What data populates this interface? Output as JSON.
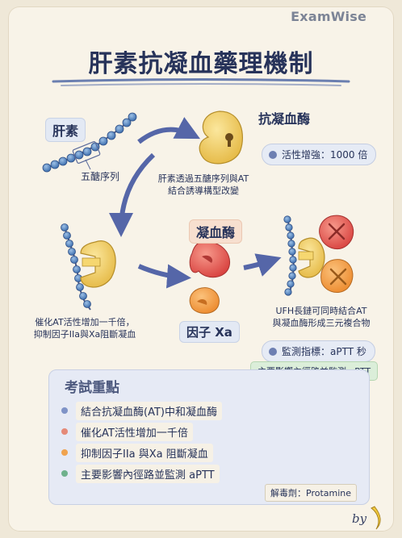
{
  "brand": "ExamWise",
  "title": "肝素抗凝血藥理機制",
  "labels": {
    "heparin": "肝素",
    "pentasaccharide": "五醣序列",
    "antithrombin": "抗凝血酶",
    "activity": "活性增強：1000 倍",
    "conformation_line1": "肝素透過五醣序列與AT",
    "conformation_line2": "結合誘導構型改變",
    "thrombin": "凝血酶",
    "factor_xa": "因子 Xa",
    "catalyze_line1": "催化AT活性增加一千倍，",
    "catalyze_line2": "抑制因子IIa與Xa阻斷凝血",
    "ufh_line1": "UFH長鏈可同時結合AT",
    "ufh_line2": "與凝血酶形成三元複合物",
    "monitor": "監測指標：aPTT 秒",
    "pathway": "主要影響內徑路並監測 aPTT"
  },
  "exam": {
    "title": "考試重點",
    "items": [
      {
        "text": "結合抗凝血酶(AT)中和凝血酶",
        "color": "#7f93c7"
      },
      {
        "text": "催化AT活性增加一千倍",
        "color": "#e58a78"
      },
      {
        "text": "抑制因子IIa 與Xa 阻斷凝血",
        "color": "#f0a34f"
      },
      {
        "text": "主要影響內徑路並監測 aPTT",
        "color": "#6fb18c"
      }
    ],
    "antidote": "解毒劑：Protamine"
  },
  "signature": "by",
  "colors": {
    "navy": "#27335a",
    "bead": "#4f7fb8",
    "at_yellow": "#f2cf6a",
    "thrombin_red": "#e05a55",
    "xa_orange": "#f1953c",
    "arrow": "#5566a8"
  }
}
